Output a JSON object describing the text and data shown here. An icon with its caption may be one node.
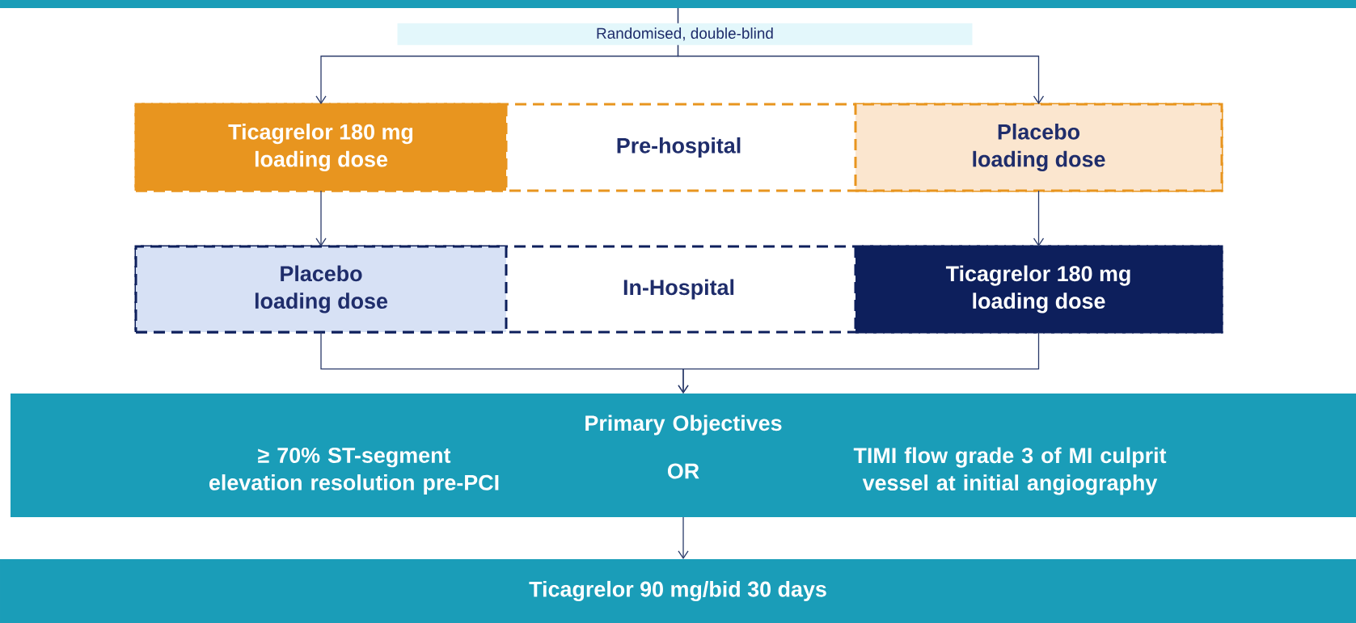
{
  "diagram": {
    "nodes": [
      {
        "text": [],
        "shape": "bar"
      },
      {
        "text": [
          "Pre-hospital"
        ]
      },
      {
        "text": [
          "Ticagrelor 180 mg loading dose"
        ],
        "in": 1
      },
      {
        "text": [
          "Placebo loading dose"
        ],
        "in": 1
      },
      {
        "text": [
          "In-Hospital"
        ]
      },
      {
        "text": [
          "Placebo loading dose"
        ],
        "in": 4
      },
      {
        "text": [
          "Ticagrelor 180 mg loading dose"
        ],
        "in": 4
      },
      {
        "text": [
          "Primary Objectives",
          "≥ 70% ST-segment elevation resolution pre-PCI",
          "OR",
          "TIMI flow grade 3 of MI culprit vessel at initial angiography"
        ]
      },
      {
        "text": [
          "Ticagrelor  90 mg/bid  30 days"
        ]
      }
    ],
    "edges": [
      {
        "from": 0,
        "to": 2,
        "arrow": "to",
        "label": "Randomised, double-blind"
      },
      {
        "from": 0,
        "to": 3,
        "arrow": "to"
      },
      {
        "from": 2,
        "to": 5,
        "arrow": "to"
      },
      {
        "from": 3,
        "to": 6,
        "arrow": "to"
      },
      {
        "from": 5,
        "to": 7,
        "arrow": "to"
      },
      {
        "from": 6,
        "to": 7,
        "arrow": "to"
      },
      {
        "from": 7,
        "to": 8,
        "arrow": "to"
      }
    ]
  }
}
